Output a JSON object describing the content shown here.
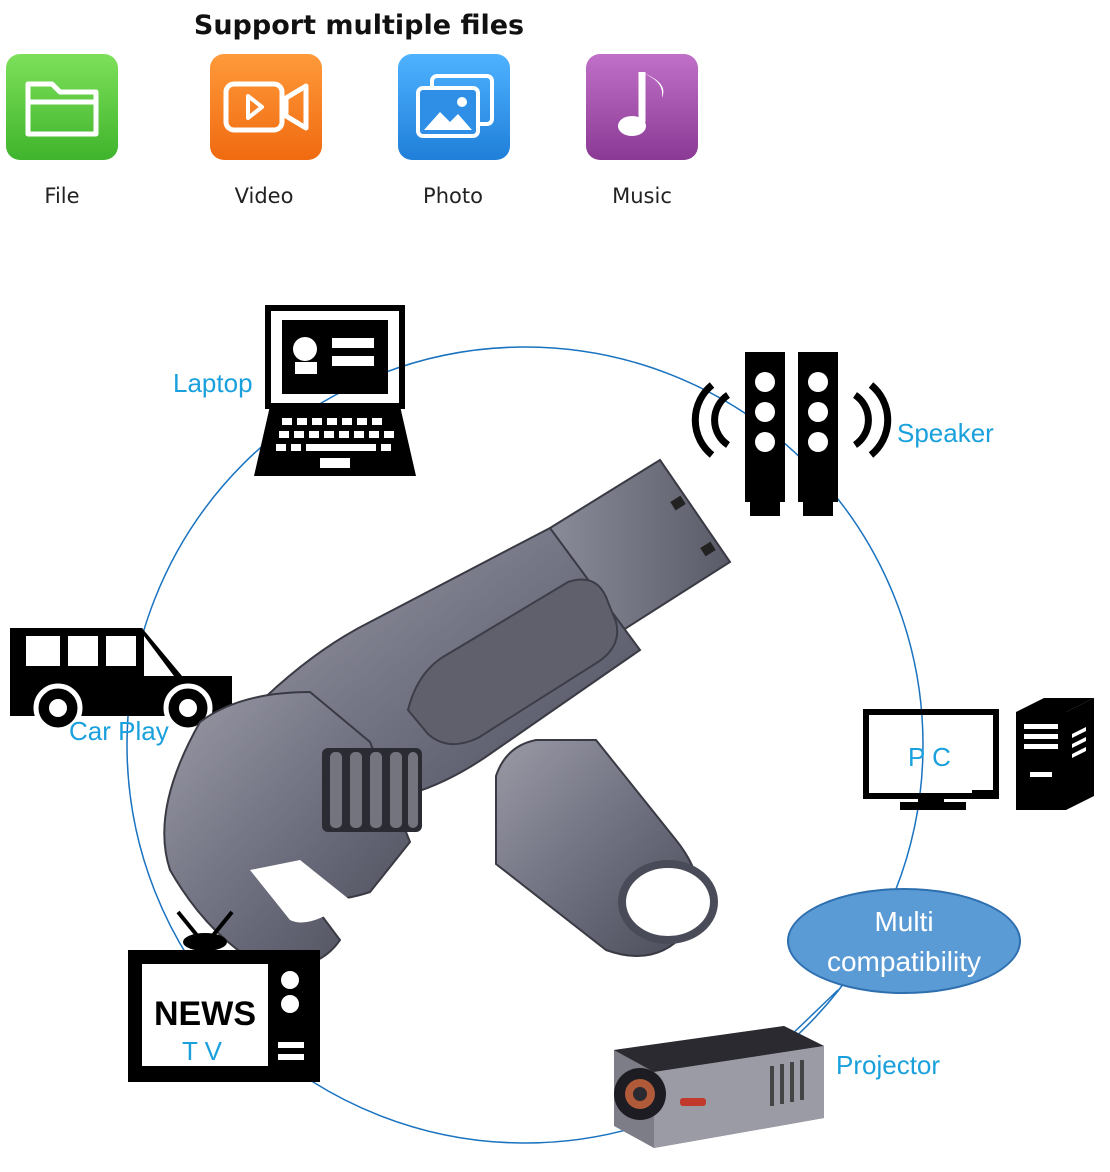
{
  "header": {
    "title": "Support multiple files"
  },
  "file_types": [
    {
      "label": "File",
      "icon": "folder-icon",
      "color": "#4dc83a"
    },
    {
      "label": "Video",
      "icon": "video-camera-icon",
      "color": "#f57a1c"
    },
    {
      "label": "Photo",
      "icon": "photo-gallery-icon",
      "color": "#2f8fe6"
    },
    {
      "label": "Music",
      "icon": "music-note-icon",
      "color": "#a04aa8"
    }
  ],
  "devices": {
    "laptop": "Laptop",
    "speaker": "Speaker",
    "car": "Car Play",
    "pc": "P C",
    "tv_news": "NEWS",
    "tv_sub": "T V",
    "projector": "Projector"
  },
  "bubble": {
    "line1": "Multi",
    "line2": "compatibility",
    "color": "#5b9bd5"
  },
  "accent_color": "#1aa0dc"
}
